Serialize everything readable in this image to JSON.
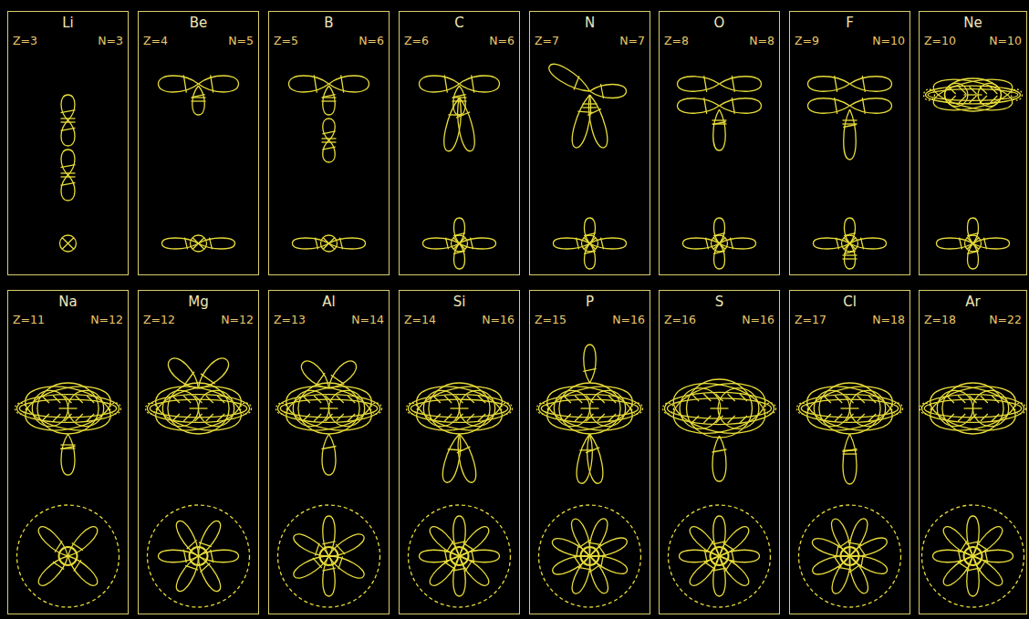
{
  "diagram": {
    "nodes": [
      {
        "text": [
          "Li",
          "Z=3",
          "N=3"
        ]
      },
      {
        "text": [
          "Be",
          "Z=4",
          "N=5"
        ]
      },
      {
        "text": [
          "B",
          "Z=5",
          "N=6"
        ]
      },
      {
        "text": [
          "C",
          "Z=6",
          "N=6"
        ]
      },
      {
        "text": [
          "N",
          "Z=7",
          "N=7"
        ]
      },
      {
        "text": [
          "O",
          "Z=8",
          "N=8"
        ]
      },
      {
        "text": [
          "F",
          "Z=9",
          "N=10"
        ]
      },
      {
        "text": [
          "Ne",
          "Z=10",
          "N=10"
        ]
      },
      {
        "text": [
          "Na",
          "Z=11",
          "N=12"
        ]
      },
      {
        "text": [
          "Mg",
          "Z=12",
          "N=12"
        ]
      },
      {
        "text": [
          "Al",
          "Z=13",
          "N=14"
        ]
      },
      {
        "text": [
          "Si",
          "Z=14",
          "N=16"
        ]
      },
      {
        "text": [
          "P",
          "Z=15",
          "N=16"
        ]
      },
      {
        "text": [
          "S",
          "Z=16",
          "N=16"
        ]
      },
      {
        "text": [
          "Cl",
          "Z=17",
          "N=18"
        ]
      },
      {
        "text": [
          "Ar",
          "Z=18",
          "N=22"
        ]
      }
    ]
  }
}
